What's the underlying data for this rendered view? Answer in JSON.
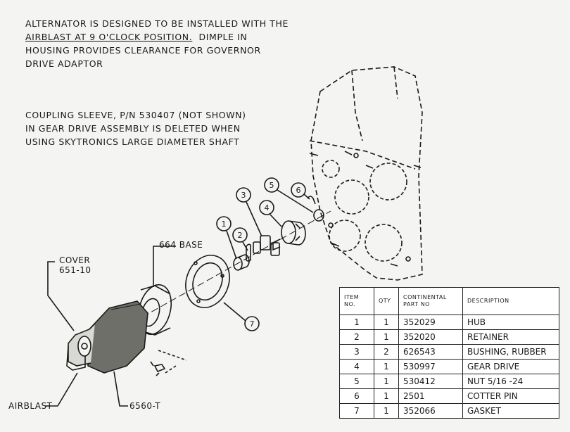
{
  "notes": {
    "alternator_lines": [
      "Alternator is designed to be installed with the",
      "airblast at 9 o'clock position.",
      "Dimple in",
      "housing provides clearance for governor",
      "drive adaptor"
    ],
    "coupling_lines": [
      "Coupling sleeve, P/N 530407 (not shown)",
      "in gear drive assembly is deleted when",
      "using Skytronics large diameter shaft"
    ]
  },
  "callouts": {
    "cover_line1": "Cover",
    "cover_line2": "651-10",
    "base": "664 Base",
    "airblast": "Airblast",
    "model": "6560-T"
  },
  "balloons": [
    "1",
    "2",
    "3",
    "4",
    "5",
    "6",
    "7"
  ],
  "parts_table": {
    "headers": {
      "item": [
        "ITEM",
        "NO."
      ],
      "qty": "QTY",
      "part": [
        "CONTINENTAL",
        "PART NO"
      ],
      "desc": "DESCRIPTION"
    },
    "rows": [
      {
        "item": "1",
        "qty": "1",
        "part": "352029",
        "desc": "HUB"
      },
      {
        "item": "2",
        "qty": "1",
        "part": "352020",
        "desc": "RETAINER"
      },
      {
        "item": "3",
        "qty": "2",
        "part": "626543",
        "desc": "BUSHING, RUBBER"
      },
      {
        "item": "4",
        "qty": "1",
        "part": "530997",
        "desc": "GEAR DRIVE"
      },
      {
        "item": "5",
        "qty": "1",
        "part": "530412",
        "desc": "NUT 5/16 -24"
      },
      {
        "item": "6",
        "qty": "1",
        "part": "2501",
        "desc": "COTTER PIN"
      },
      {
        "item": "7",
        "qty": "1",
        "part": "352066",
        "desc": "GASKET"
      }
    ]
  },
  "colors": {
    "ink": "#1a1a1a",
    "paper": "#f4f4f2"
  }
}
